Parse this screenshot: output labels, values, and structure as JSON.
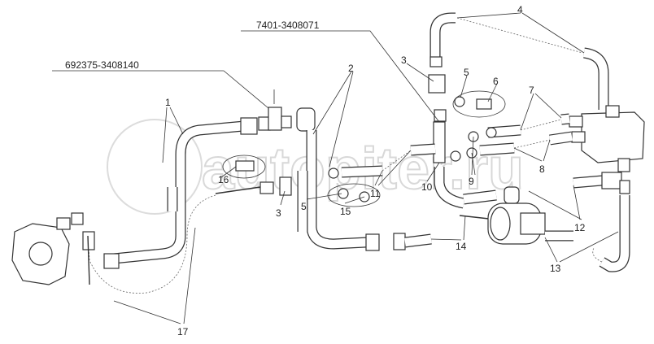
{
  "watermark": "autopiter.ru",
  "part_codes": {
    "hose_assembly": "7401-3408071",
    "valve_assembly": "692375-3408140"
  },
  "callouts": [
    "1",
    "2",
    "3",
    "3",
    "4",
    "5",
    "5",
    "6",
    "7",
    "8",
    "9",
    "10",
    "11",
    "12",
    "13",
    "14",
    "15",
    "16",
    "17"
  ]
}
